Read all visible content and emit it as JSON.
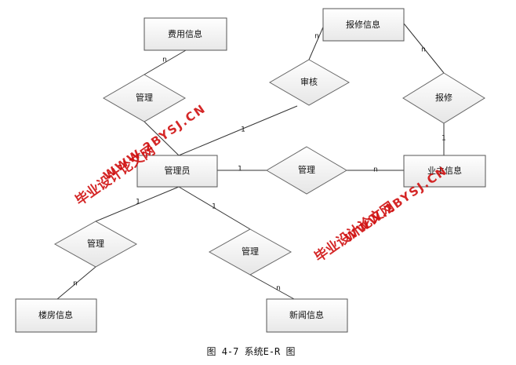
{
  "entities": {
    "fee": "费用信息",
    "repair": "报修信息",
    "admin": "管理员",
    "owner": "业主信息",
    "building": "楼房信息",
    "news": "新闻信息"
  },
  "relationships": {
    "manage_fee": "管理",
    "audit": "审核",
    "report_repair": "报修",
    "manage_owner": "管理",
    "manage_building": "管理",
    "manage_news": "管理"
  },
  "cardinalities": {
    "fee_n": "n",
    "audit_n": "n",
    "audit_1": "1",
    "repair_n": "n",
    "report_1": "1",
    "admin_owner_1": "1",
    "owner_n": "n",
    "admin_building_1": "1",
    "building_n": "n",
    "admin_news_1": "1",
    "news_n": "n"
  },
  "watermarks": {
    "left_cn": "毕业设计论文网",
    "left_url": "WWW.2BYSJ.CN",
    "right_cn": "毕业设计论文网",
    "right_url": "WWW.2BYSJ.CN"
  },
  "caption": "图 4-7 系统E-R 图"
}
